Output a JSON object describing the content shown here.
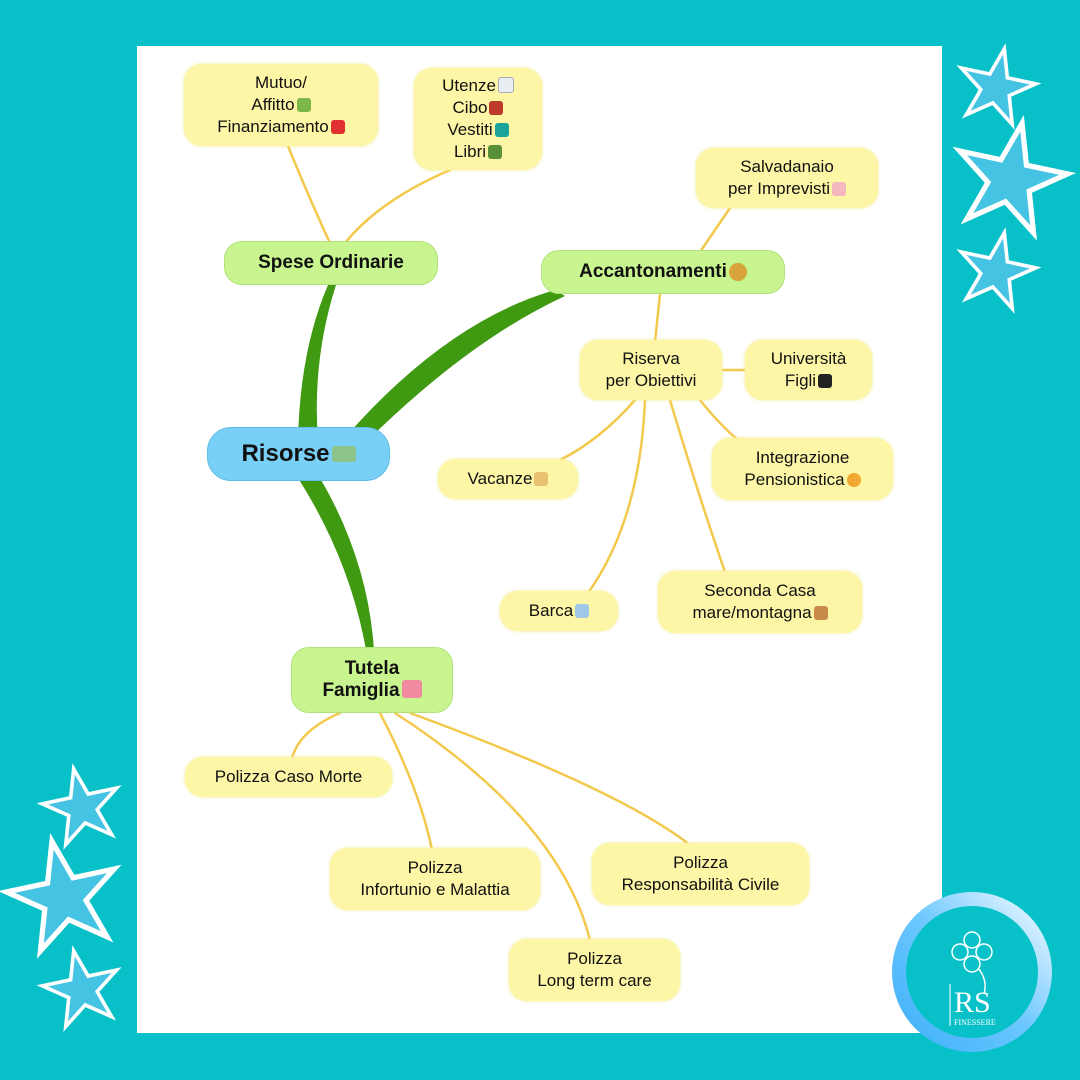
{
  "root": {
    "label": "Risorse",
    "icon": "money-icon"
  },
  "branches": {
    "spese": {
      "label": "Spese Ordinarie"
    },
    "accantonamenti": {
      "label": "Accantonamenti",
      "icon": "money-bag-icon"
    },
    "tutela": {
      "line1": "Tutela",
      "line2": "Famiglia",
      "icon": "family-icon"
    }
  },
  "leaves": {
    "mutuo": {
      "line1": "Mutuo/",
      "line2": "Affitto",
      "line3": "Finanziamento"
    },
    "utenze": {
      "line1": "Utenze",
      "line2": "Cibo",
      "line3": "Vestiti",
      "line4": "Libri"
    },
    "salvadanaio": {
      "line1": "Salvadanaio",
      "line2": "per Imprevisti"
    },
    "riserva": {
      "line1": "Riserva",
      "line2": "per Obiettivi"
    },
    "universita": {
      "line1": "Università",
      "line2": "Figli"
    },
    "vacanze": {
      "label": "Vacanze"
    },
    "integrazione": {
      "line1": "Integrazione",
      "line2": "Pensionistica"
    },
    "barca": {
      "label": "Barca"
    },
    "seconda_casa": {
      "line1": "Seconda Casa",
      "line2": "mare/montagna"
    },
    "caso_morte": {
      "label": "Polizza Caso Morte"
    },
    "infortunio": {
      "line1": "Polizza",
      "line2": "Infortunio e Malattia"
    },
    "rc": {
      "line1": "Polizza",
      "line2": "Responsabilità Civile"
    },
    "ltc": {
      "line1": "Polizza",
      "line2": "Long term care"
    }
  },
  "logo": {
    "initials": "RS",
    "name": "FINESSERE"
  },
  "colors": {
    "background": "#07c0c8",
    "leaf": "#fdf6a6",
    "branch": "#c8f58f",
    "root": "#79d0f7",
    "trunk": "#3f9a12",
    "link": "#f2c94c"
  }
}
